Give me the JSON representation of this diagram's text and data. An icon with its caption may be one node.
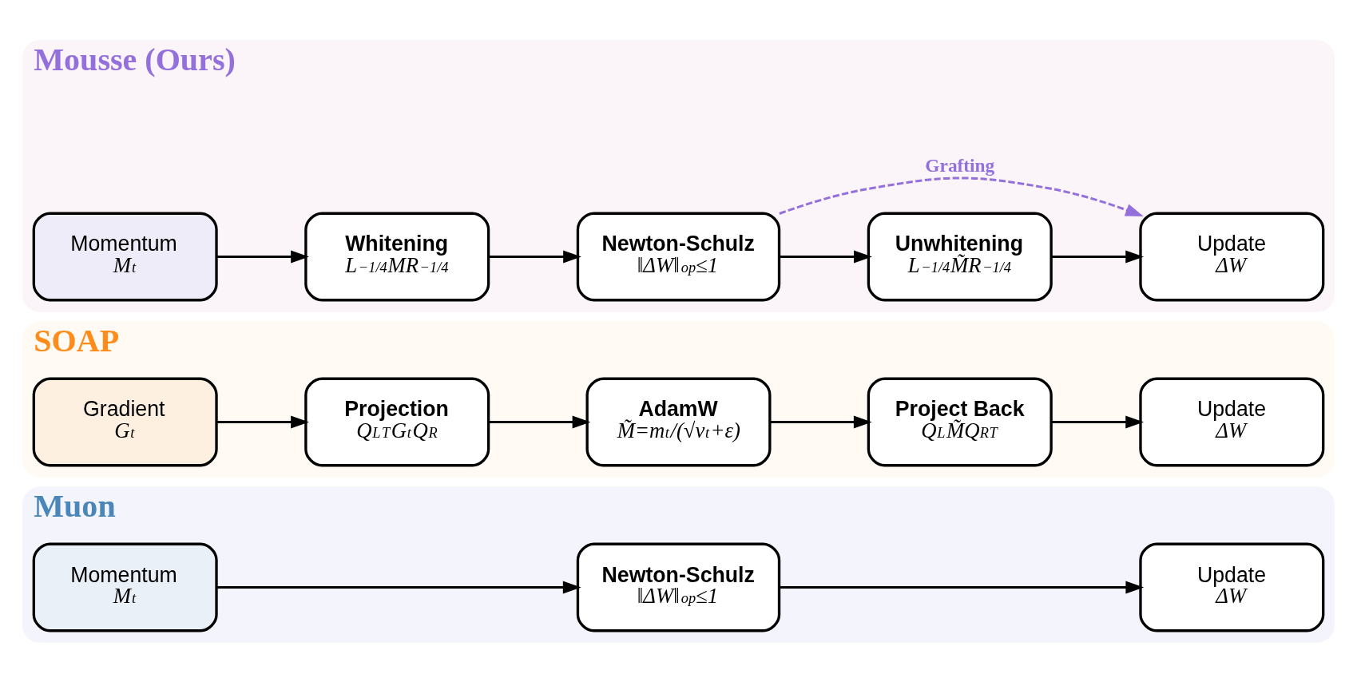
{
  "diagram": {
    "nodes": [
      {
        "text": [
          "Muon"
        ]
      },
      {
        "text": [
          "Momentum",
          "M$_{t}$"
        ],
        "in": 0
      },
      {
        "text": [
          "Newton-Schulz",
          "‖ΔW‖$_{op}$≤1"
        ],
        "in": 0
      },
      {
        "text": [
          "Update",
          "ΔW"
        ],
        "in": 0
      },
      {
        "text": [
          "SOAP"
        ]
      },
      {
        "text": [
          "Gradient",
          "G$_{t}$"
        ],
        "in": 4
      },
      {
        "text": [
          "Projection",
          "Q$_{L}$$^{T}$G$_{t}$Q$_{R}$"
        ],
        "in": 4
      },
      {
        "text": [
          "AdamW",
          "M̃=m$_{t}$/(√v$_{t}$+ε)"
        ],
        "in": 4
      },
      {
        "text": [
          "Project Back",
          "Q$_{L}$M̃Q$_{R}$$^{T}$"
        ],
        "in": 4
      },
      {
        "text": [
          "Update",
          "ΔW"
        ],
        "in": 4
      },
      {
        "text": [
          "Mousse (Ours)"
        ]
      },
      {
        "text": [
          "Momentum",
          "M$_{t}$"
        ],
        "in": 10
      },
      {
        "text": [
          "Whitening",
          "L$^{−1/4}$MR$^{−1/4}$"
        ],
        "in": 10
      },
      {
        "text": [
          "Newton-Schulz",
          "‖ΔW‖$_{op}$≤1"
        ],
        "in": 10
      },
      {
        "text": [
          "Unwhitening",
          "L$^{−1/4}$M̃R$^{−1/4}$"
        ],
        "in": 10
      },
      {
        "text": [
          "Update",
          "ΔW"
        ],
        "in": 10
      }
    ],
    "edges": [
      {
        "from": 1,
        "to": 2,
        "arrow": "to"
      },
      {
        "from": 2,
        "to": 3,
        "arrow": "to"
      },
      {
        "from": 5,
        "to": 6,
        "arrow": "to"
      },
      {
        "from": 6,
        "to": 7,
        "arrow": "to"
      },
      {
        "from": 7,
        "to": 8,
        "arrow": "to"
      },
      {
        "from": 8,
        "to": 9,
        "arrow": "to"
      },
      {
        "from": 11,
        "to": 12,
        "arrow": "to"
      },
      {
        "from": 12,
        "to": 13,
        "arrow": "to"
      },
      {
        "from": 13,
        "to": 14,
        "arrow": "to"
      },
      {
        "from": 14,
        "to": 15,
        "arrow": "to"
      },
      {
        "from": 13,
        "to": 15,
        "arrow": "to",
        "label": "Grafting",
        "style": "dashed",
        "color": "#9370db"
      }
    ]
  }
}
